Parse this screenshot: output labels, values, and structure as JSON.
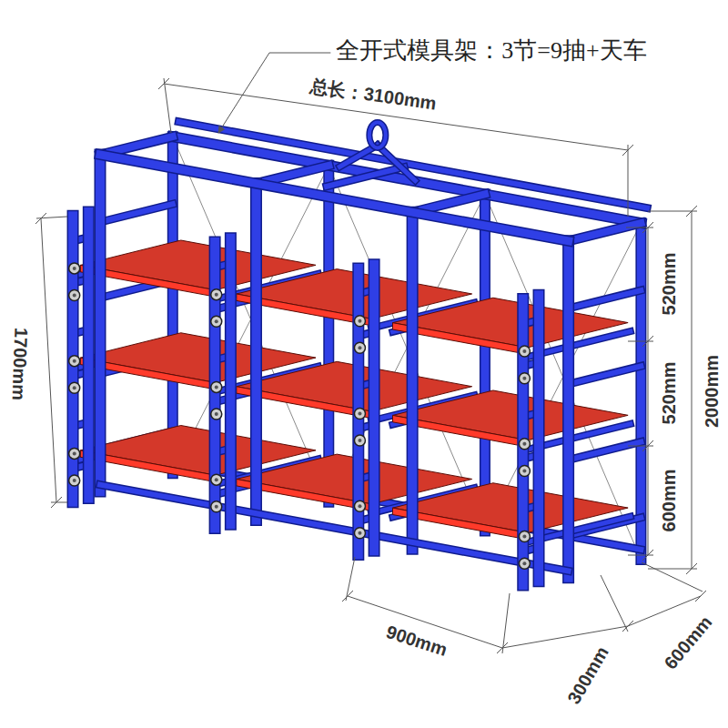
{
  "diagram": {
    "title": "全开式模具架：3节=9抽+天车",
    "labels": [
      "总长：3100mm",
      "520mm",
      "520mm",
      "600mm",
      "2000mm",
      "1700mm",
      "900mm",
      "300mm",
      "600mm"
    ]
  }
}
